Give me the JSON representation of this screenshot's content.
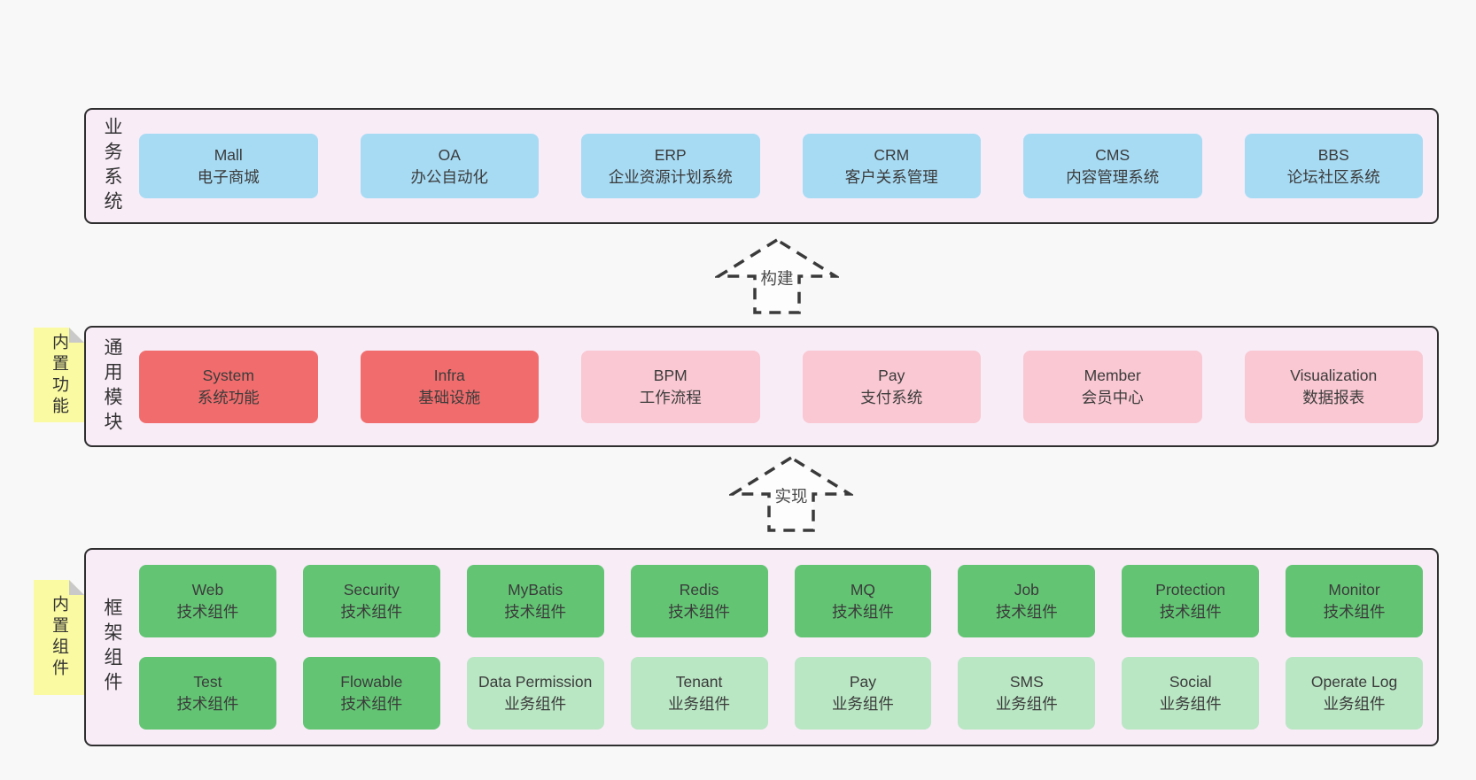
{
  "diagram": {
    "bands": [
      {
        "label": "业务系统",
        "boxes": [
          {
            "name": "Mall",
            "desc": "电子商城"
          },
          {
            "name": "OA",
            "desc": "办公自动化"
          },
          {
            "name": "ERP",
            "desc": "企业资源计划系统"
          },
          {
            "name": "CRM",
            "desc": "客户关系管理"
          },
          {
            "name": "CMS",
            "desc": "内容管理系统"
          },
          {
            "name": "BBS",
            "desc": "论坛社区系统"
          }
        ]
      },
      {
        "label": "通用模块",
        "sticky": "内置功能",
        "boxes": [
          {
            "name": "System",
            "desc": "系统功能"
          },
          {
            "name": "Infra",
            "desc": "基础设施"
          },
          {
            "name": "BPM",
            "desc": "工作流程"
          },
          {
            "name": "Pay",
            "desc": "支付系统"
          },
          {
            "name": "Member",
            "desc": "会员中心"
          },
          {
            "name": "Visualization",
            "desc": "数据报表"
          }
        ]
      },
      {
        "label": "框架组件",
        "sticky": "内置组件",
        "rows": [
          [
            {
              "name": "Web",
              "desc": "技术组件"
            },
            {
              "name": "Security",
              "desc": "技术组件"
            },
            {
              "name": "MyBatis",
              "desc": "技术组件"
            },
            {
              "name": "Redis",
              "desc": "技术组件"
            },
            {
              "name": "MQ",
              "desc": "技术组件"
            },
            {
              "name": "Job",
              "desc": "技术组件"
            },
            {
              "name": "Protection",
              "desc": "技术组件"
            },
            {
              "name": "Monitor",
              "desc": "技术组件"
            }
          ],
          [
            {
              "name": "Test",
              "desc": "技术组件"
            },
            {
              "name": "Flowable",
              "desc": "技术组件"
            },
            {
              "name": "Data Permission",
              "desc": "业务组件"
            },
            {
              "name": "Tenant",
              "desc": "业务组件"
            },
            {
              "name": "Pay",
              "desc": "业务组件"
            },
            {
              "name": "SMS",
              "desc": "业务组件"
            },
            {
              "name": "Social",
              "desc": "业务组件"
            },
            {
              "name": "Operate Log",
              "desc": "业务组件"
            }
          ]
        ]
      }
    ],
    "arrows": [
      {
        "label": "构建"
      },
      {
        "label": "实现"
      }
    ],
    "palette": {
      "blue": "#a7dbf4",
      "red": "#f16d6d",
      "pink": "#f9c8d2",
      "green": "#63c574",
      "light_green": "#b9e6c3",
      "sticky_yellow": "#fafaa2",
      "band_background": "#f8ecf7",
      "band_border": "#2f2f2f",
      "page_background": "#f8f8f8"
    }
  }
}
